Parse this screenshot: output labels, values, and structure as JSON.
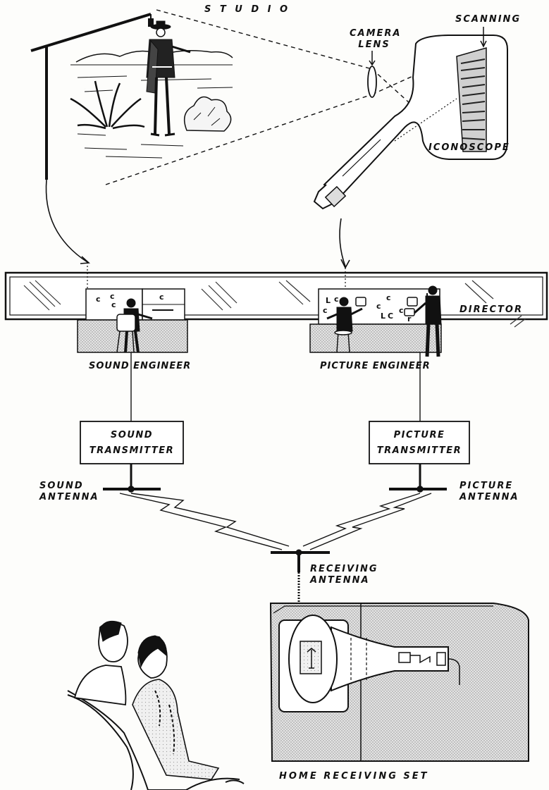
{
  "labels": {
    "studio": "S T U D I O",
    "camera_lens": [
      "CAMERA",
      "LENS"
    ],
    "scanning": "SCANNING",
    "iconoscope": "ICONOSCOPE",
    "director": "DIRECTOR",
    "sound_engineer": "SOUND ENGINEER",
    "picture_engineer": "PICTURE ENGINEER",
    "sound_transmitter": [
      "SOUND",
      "TRANSMITTER"
    ],
    "picture_transmitter": [
      "PICTURE",
      "TRANSMITTER"
    ],
    "sound_antenna": [
      "SOUND",
      "ANTENNA"
    ],
    "picture_antenna": [
      "PICTURE",
      "ANTENNA"
    ],
    "receiving_antenna": [
      "RECEIVING",
      "ANTENNA"
    ],
    "home_receiving_set": "HOME RECEIVING SET"
  }
}
